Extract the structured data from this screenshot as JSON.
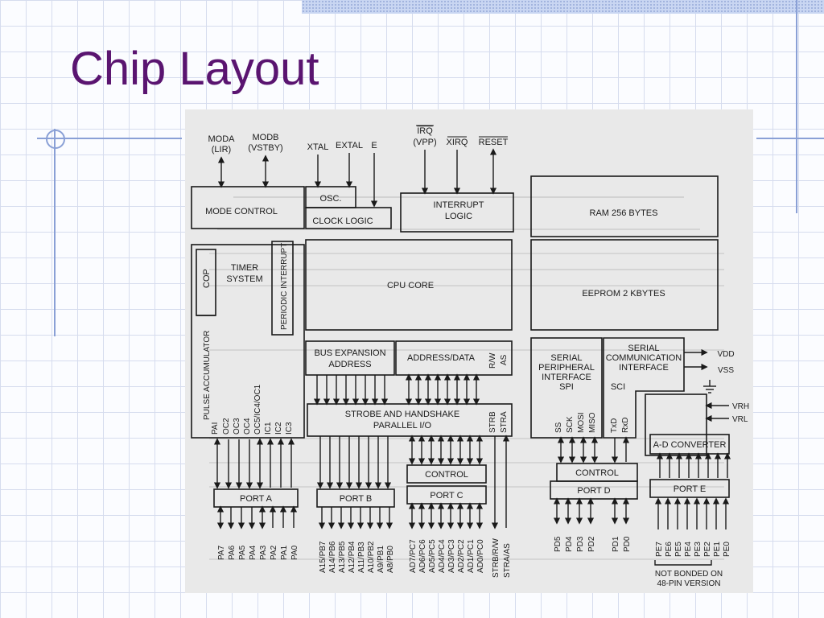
{
  "slide": {
    "title": "Chip Layout"
  },
  "diagram": {
    "top_signals": {
      "moda": "MODA",
      "moda_sub": "(LIR)",
      "modb": "MODB",
      "modb_sub": "(VSTBY)",
      "xtal": "XTAL",
      "extal": "EXTAL",
      "e": "E",
      "irq": "IRQ",
      "irq_sub": "(VPP)",
      "xirq": "XIRQ",
      "reset": "RESET"
    },
    "blocks": {
      "mode_control": "MODE CONTROL",
      "osc": "OSC.",
      "clock_logic": "CLOCK LOGIC",
      "interrupt_logic_1": "INTERRUPT",
      "interrupt_logic_2": "LOGIC",
      "ram": "RAM 256 BYTES",
      "eeprom": "EEPROM 2 KBYTES",
      "cpu_core": "CPU CORE",
      "timer_1": "TIMER",
      "timer_2": "SYSTEM",
      "cop": "COP",
      "periodic_interrupt": "PERIODIC INTERRUPT",
      "pulse_accumulator": "PULSE ACCUMULATOR",
      "bus_expansion_1": "BUS EXPANSION",
      "bus_expansion_2": "ADDRESS",
      "address_data": "ADDRESS/DATA",
      "rw": "R/W",
      "as": "AS",
      "strobe_1": "STROBE AND HANDSHAKE",
      "strobe_2": "PARALLEL I/O",
      "strb": "STRB",
      "stra": "STRA",
      "spi_1": "SERIAL",
      "spi_2": "PERIPHERAL",
      "spi_3": "INTERFACE",
      "spi_4": "SPI",
      "sci_1": "SERIAL",
      "sci_2": "COMMUNICATION",
      "sci_3": "INTERFACE",
      "sci": "SCI",
      "adc": "A-D CONVERTER",
      "control_c": "CONTROL",
      "control_d": "CONTROL",
      "port_a": "PORT A",
      "port_b": "PORT B",
      "port_c": "PORT C",
      "port_d": "PORT D",
      "port_e": "PORT E"
    },
    "power": {
      "vdd": "VDD",
      "vss": "VSS",
      "vrh": "VRH",
      "vrl": "VRL"
    },
    "timer_signals": [
      "PAI",
      "OC2",
      "OC3",
      "OC4",
      "OC5/IC4/OC1",
      "IC1",
      "IC2",
      "IC3"
    ],
    "spi_signals": [
      "SS",
      "SCK",
      "MOSI",
      "MISO"
    ],
    "sci_signals": [
      "TxD",
      "RxD"
    ],
    "port_a_pins": [
      "PA7",
      "PA6",
      "PA5",
      "PA4",
      "PA3",
      "PA2",
      "PA1",
      "PA0"
    ],
    "port_b_pins": [
      "A15/PB7",
      "A14/PB6",
      "A13/PB5",
      "A12/PB4",
      "A11/PB3",
      "A10/PB2",
      "A9/PB1",
      "A8/PB0"
    ],
    "port_c_pins": [
      "AD7/PC7",
      "AD6/PC6",
      "AD5/PC5",
      "AD4/PC4",
      "AD3/PC3",
      "AD2/PC2",
      "AD1/PC1",
      "AD0/PC0"
    ],
    "strobe_pins": [
      "STRB/R/W",
      "STRA/AS"
    ],
    "port_d_pins": [
      "PD5",
      "PD4",
      "PD3",
      "PD2",
      "PD1",
      "PD0"
    ],
    "port_e_pins": [
      "PE7",
      "PE6",
      "PE5",
      "PE4",
      "PE3",
      "PE2",
      "PE1",
      "PE0"
    ],
    "not_bonded_1": "NOT BONDED ON",
    "not_bonded_2": "48-PIN VERSION"
  }
}
